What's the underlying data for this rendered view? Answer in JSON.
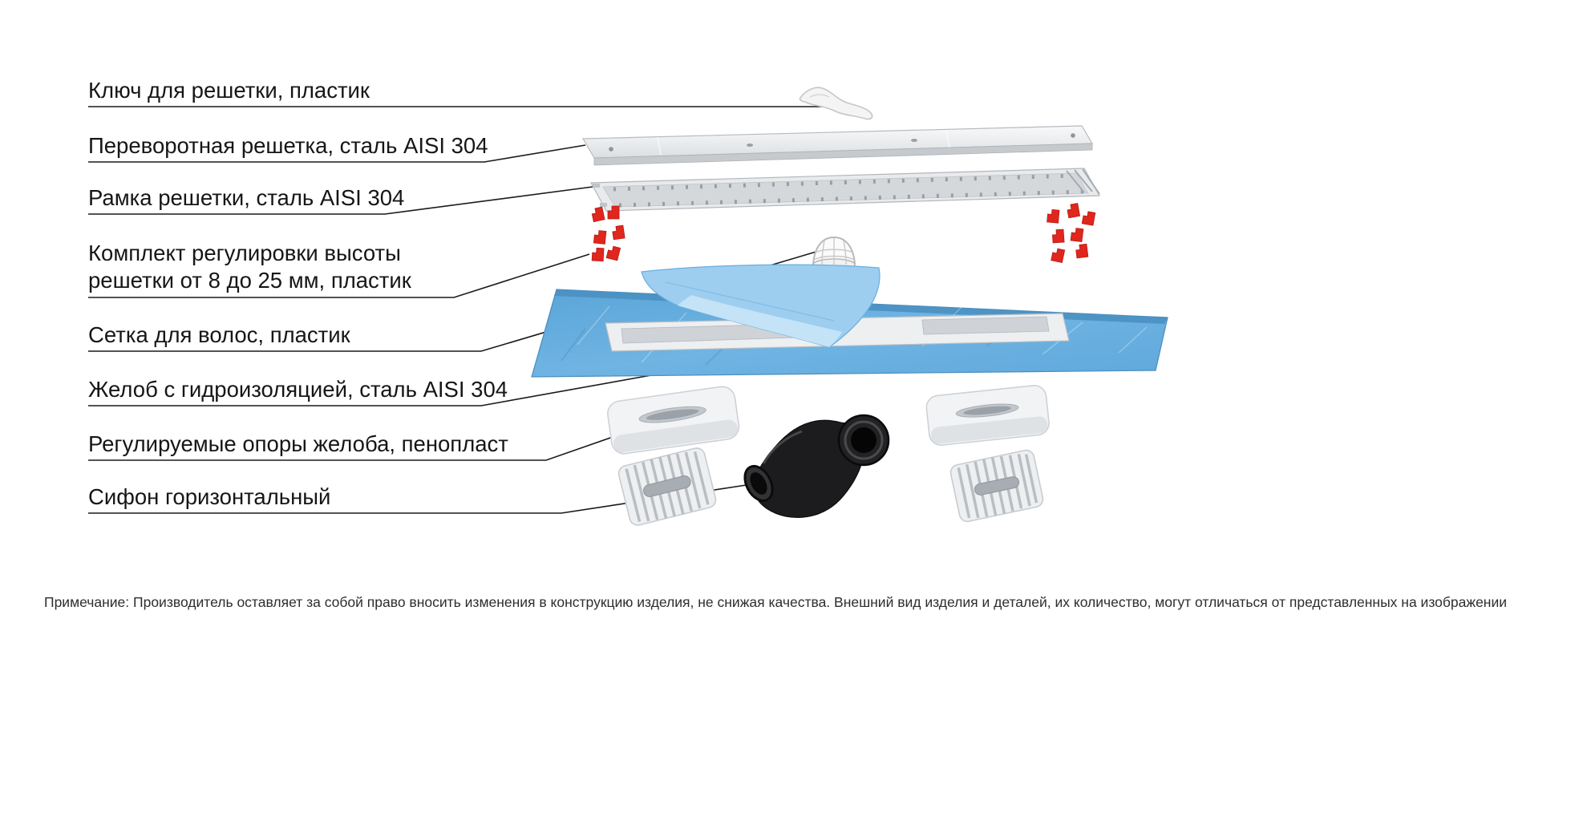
{
  "diagram": {
    "labels": {
      "key": "Ключ для решетки, пластик",
      "grate": "Переворотная решетка, сталь AISI 304",
      "frame": "Рамка решетки, сталь AISI 304",
      "adjust_kit_line1": "Комплект регулировки высоты",
      "adjust_kit_line2": "решетки от 8 до 25 мм, пластик",
      "hair_net": "Сетка для волос, пластик",
      "channel": "Желоб с гидроизоляцией, сталь AISI 304",
      "supports": "Регулируемые опоры желоба, пенопласт",
      "siphon": "Сифон горизонтальный"
    },
    "note": "Примечание: Производитель оставляет за собой право вносить изменения в конструкцию изделия, не снижая качества. Внешний вид изделия и деталей, их количество, могут отличаться от представленных на изображении",
    "colors": {
      "label_text": "#161616",
      "leader_line": "#1a1a1a",
      "clip_red": "#e0261d",
      "membrane_blue": "#63aede",
      "steel_light": "#eceef0",
      "siphon_black": "#1b1b1d"
    }
  }
}
